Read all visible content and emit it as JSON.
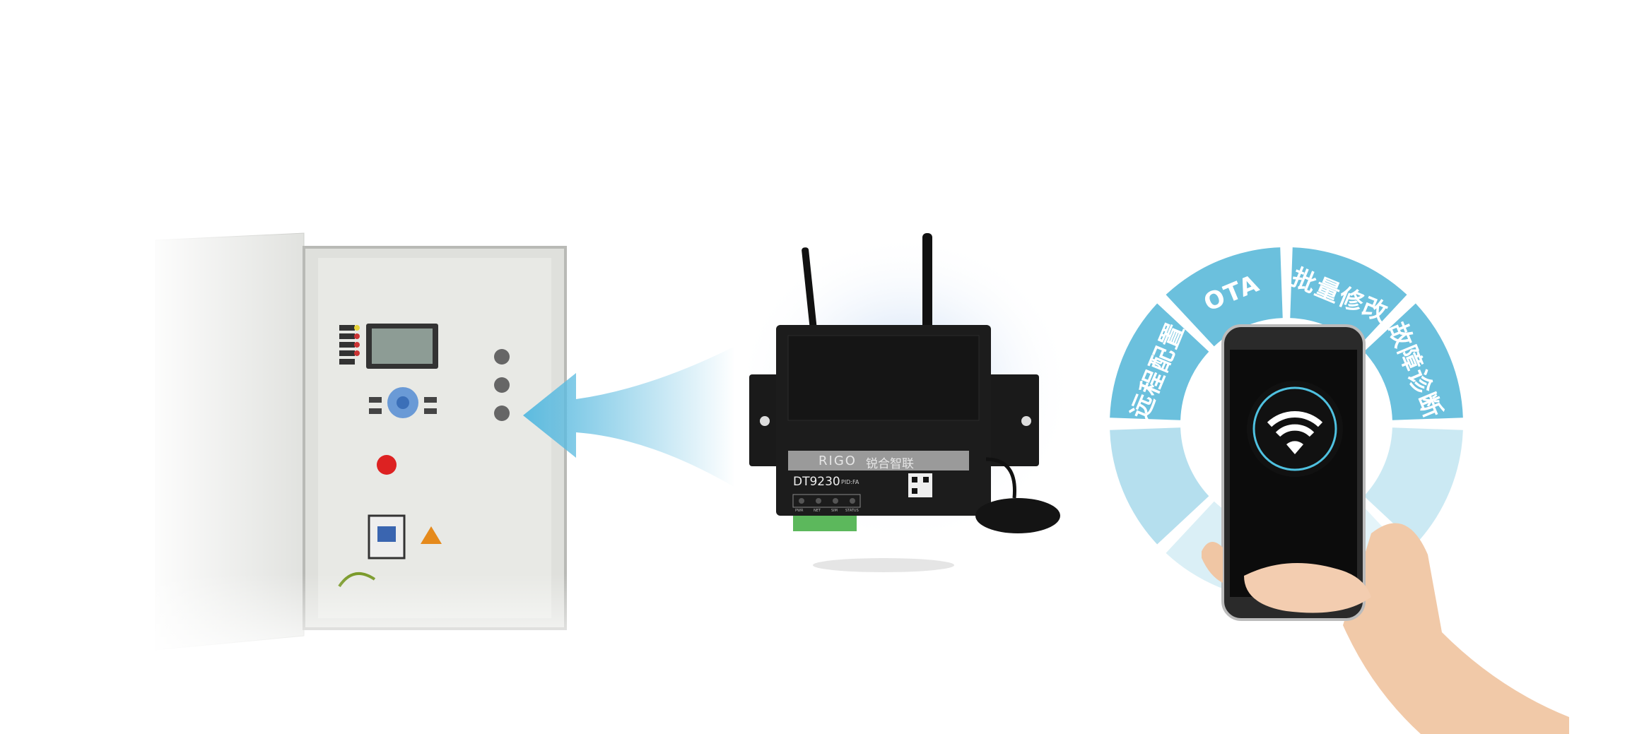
{
  "device": {
    "brand": "RIGO",
    "brand_cn": "锐合智联",
    "model": "DT9230",
    "pid": "PID:FA",
    "leds": [
      "PWR",
      "NET",
      "SIM",
      "STATUS"
    ]
  },
  "ring": {
    "segments": [
      "远程配置",
      "OTA",
      "批量修改",
      "故障诊断"
    ]
  },
  "colors": {
    "accent": "#6bc0dd",
    "device_body": "#1c1c1c",
    "terminal": "#5cb85c"
  },
  "icons": {
    "phone_screen": "wifi-icon"
  }
}
